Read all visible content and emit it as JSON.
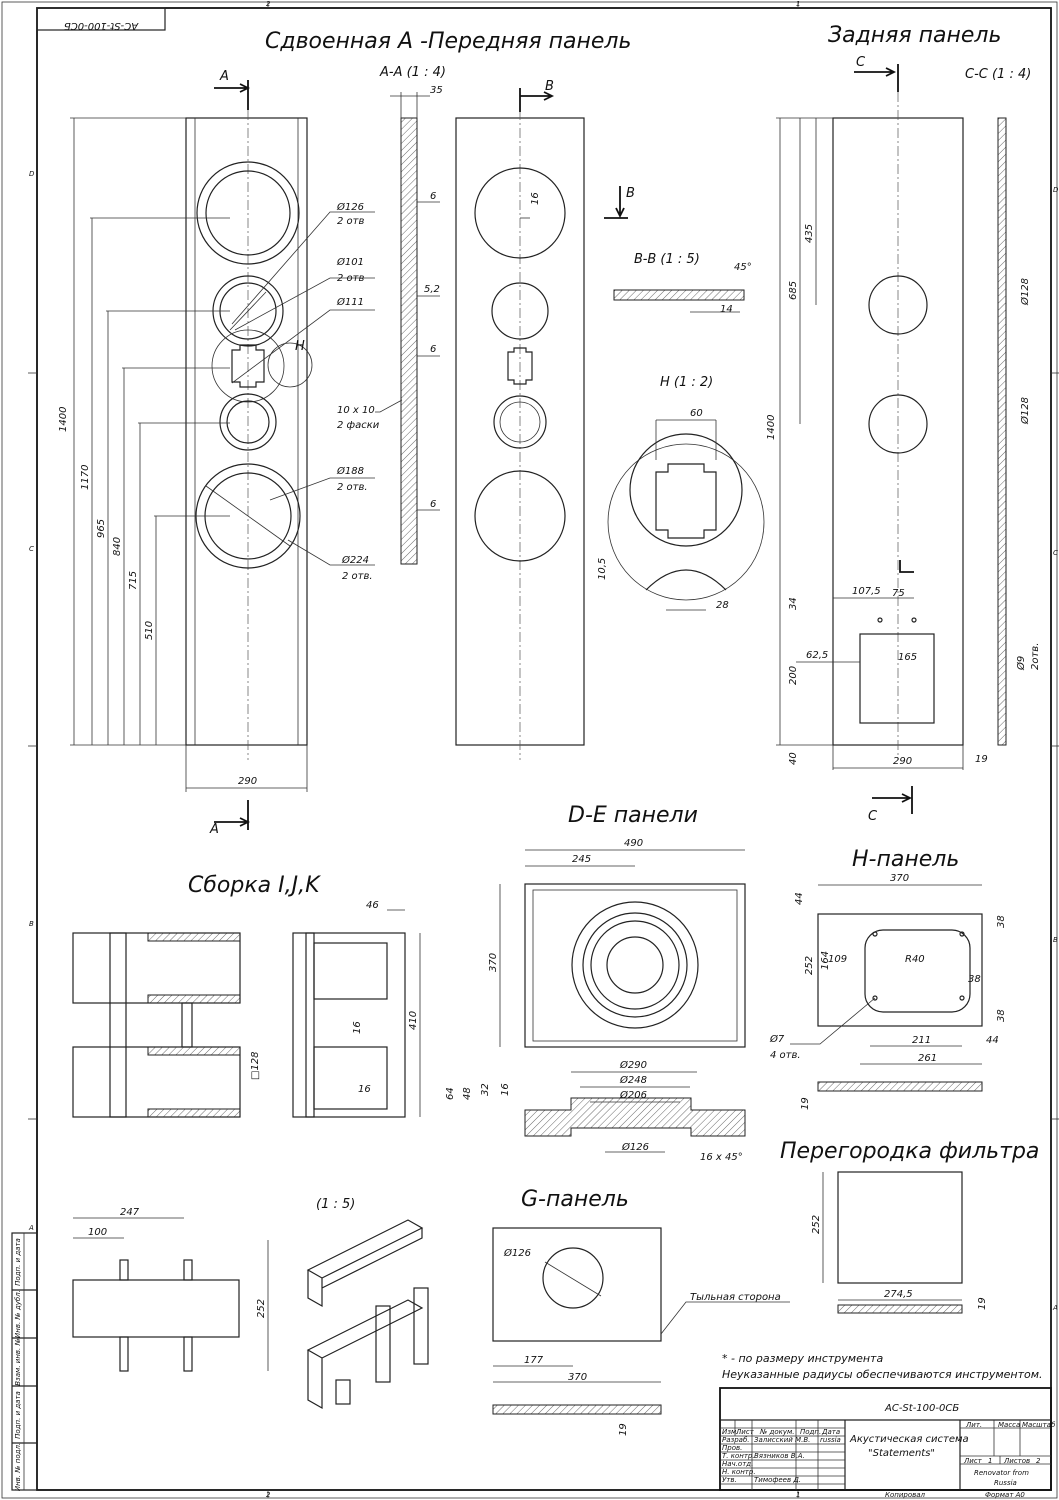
{
  "doc_code_top": "АС-St-100-0СБ",
  "grid": {
    "cols": [
      "2",
      "1"
    ],
    "rows_left": [
      "D",
      "C",
      "B",
      "A"
    ],
    "rows_right": [
      "D",
      "C",
      "B",
      "A"
    ]
  },
  "front_panel": {
    "title": "Сдвоенная А -Передняя панель",
    "section_mark": "A",
    "dims": {
      "height": "1400",
      "h1170": "1170",
      "h965": "965",
      "h840": "840",
      "h715": "715",
      "h510": "510",
      "width": "290"
    },
    "callouts": [
      {
        "d": "Ø126",
        "n": "2 отв"
      },
      {
        "d": "Ø101",
        "n": "2 отв"
      },
      {
        "d": "Ø111",
        "n": ""
      },
      {
        "d": "Ø188",
        "n": "2 отв."
      },
      {
        "d": "Ø224",
        "n": "2 отв."
      }
    ],
    "detail_mark": "H"
  },
  "section_aa": {
    "title": "A-A (1 : 4)",
    "dims": [
      "35",
      "6",
      "5,2",
      "6",
      "6"
    ],
    "chamfer": "10 x 10",
    "chamfer_note": "2 фаски"
  },
  "view_b": {
    "mark": "B",
    "dim": "16"
  },
  "section_bb": {
    "title": "B-B (1 : 5)",
    "angle": "45°",
    "dim": "14"
  },
  "detail_h": {
    "title": "H (1 : 2)",
    "dims": [
      "60",
      "10,5",
      "28"
    ]
  },
  "rear_panel": {
    "title": "Задняя панель",
    "section_mark": "C",
    "section_title": "C-C (1 : 4)",
    "dims": {
      "h1400": "1400",
      "h685": "685",
      "h435": "435",
      "d128a": "Ø128",
      "d128b": "Ø128",
      "w107": "107,5",
      "w75": "75",
      "h34": "34",
      "w62": "62,5",
      "w165": "165",
      "h200": "200",
      "h40": "40",
      "width": "290",
      "thick": "19",
      "d9": "Ø9",
      "d9n": "2отв."
    }
  },
  "de_panels": {
    "title": "D-E панели",
    "dims": {
      "w490": "490",
      "w245": "245",
      "h370": "370",
      "d290": "Ø290",
      "d248": "Ø248",
      "d206": "Ø206",
      "d126": "Ø126",
      "h64": "64",
      "h48": "48",
      "h32": "32",
      "h16": "16",
      "chamfer": "16 x 45°"
    }
  },
  "h_panel": {
    "title": "H-панель",
    "dims": {
      "w370": "370",
      "h44": "44",
      "h38a": "38",
      "h252": "252",
      "h164": "164",
      "w109": "109",
      "r40": "R40",
      "h38b": "38",
      "h38c": "38",
      "d7": "Ø7",
      "d7n": "4 отв.",
      "w211": "211",
      "w44": "44",
      "w261": "261",
      "t19": "19"
    }
  },
  "assembly_ijk": {
    "title": "Сборка I,J,K",
    "dims": {
      "w46": "46",
      "h16a": "16",
      "h410": "410",
      "h16b": "16",
      "sq128": "□128"
    }
  },
  "assembly_bottom": {
    "dims": {
      "w247": "247",
      "w100": "100",
      "h252": "252"
    },
    "scale": "(1 : 5)"
  },
  "g_panel": {
    "title": "G-панель",
    "dims": {
      "d126": "Ø126",
      "w177": "177",
      "w370": "370",
      "t19": "19"
    },
    "back_side": "Тыльная сторона"
  },
  "filter_partition": {
    "title": "Перегородка фильтра",
    "dims": {
      "h252": "252",
      "w274": "274,5",
      "t19": "19"
    }
  },
  "notes": [
    "* - по размеру инструмента",
    "Неуказанные радиусы обеспечиваются инструментом."
  ],
  "title_block": {
    "code": "АС-St-100-0СБ",
    "name": "Акустическая система",
    "name2": "\"Statements\"",
    "col_lit": "Лит.",
    "col_mass": "Масса",
    "col_scale": "Масштаб",
    "row_headers": [
      "Изм.",
      "Лист",
      "№ докум.",
      "Подп.",
      "Дата"
    ],
    "roles": [
      "Разраб.",
      "Пров.",
      "Т. контр.",
      "Нач.отд.",
      "Н. контр.",
      "Утв."
    ],
    "names": [
      "Залисский М.В.",
      "",
      "Вязников В.А.",
      "",
      "",
      "Тимофеев Д."
    ],
    "date1": "russia",
    "sheet": "Лист",
    "sheet_no": "1",
    "sheets": "Листов",
    "sheets_no": "2",
    "org": "Renovator from",
    "org2": "Russia",
    "copied": "Копировал",
    "format": "Формат А0"
  },
  "side_stamps": [
    "Подп. и дата",
    "Инв. № дубл.",
    "Взам. инв. №",
    "Подп. и дата",
    "Инв. № подл."
  ]
}
